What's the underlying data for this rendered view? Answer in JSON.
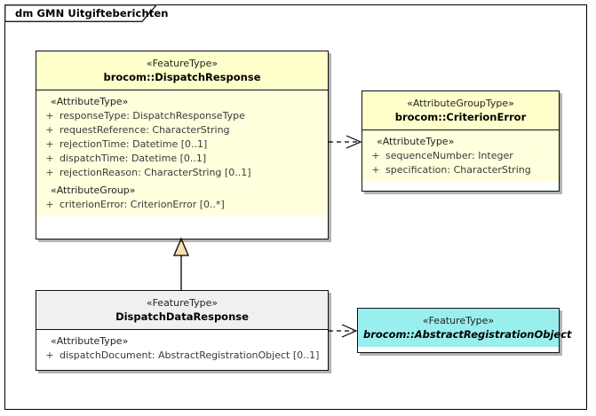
{
  "diagram": {
    "title": "dm GMN Uitgifteberichten",
    "frame_border_color": "#000000",
    "background": "#ffffff"
  },
  "classes": {
    "dispatch_response": {
      "stereotype": "«FeatureType»",
      "name": "brocom::DispatchResponse",
      "fill_header": "#ffffcc",
      "fill_body": "#ffffdd",
      "compartments": [
        {
          "group_label": "«AttributeType»",
          "attributes": [
            {
              "visibility": "+",
              "text": "responseType: DispatchResponseType"
            },
            {
              "visibility": "+",
              "text": "requestReference: CharacterString"
            },
            {
              "visibility": "+",
              "text": "rejectionTime: Datetime [0..1]"
            },
            {
              "visibility": "+",
              "text": "dispatchTime: Datetime [0..1]"
            },
            {
              "visibility": "+",
              "text": "rejectionReason: CharacterString [0..1]"
            }
          ]
        },
        {
          "group_label": "«AttributeGroup»",
          "attributes": [
            {
              "visibility": "+",
              "text": "criterionError: CriterionError [0..*]"
            }
          ]
        }
      ]
    },
    "criterion_error": {
      "stereotype": "«AttributeGroupType»",
      "name": "brocom::CriterionError",
      "fill_header": "#ffffcc",
      "fill_body": "#ffffdd",
      "compartments": [
        {
          "group_label": "«AttributeType»",
          "attributes": [
            {
              "visibility": "+",
              "text": "sequenceNumber: Integer"
            },
            {
              "visibility": "+",
              "text": "specification: CharacterString"
            }
          ]
        }
      ]
    },
    "dispatch_data_response": {
      "stereotype": "«FeatureType»",
      "name": "DispatchDataResponse",
      "fill_header": "#f0f0f0",
      "fill_body": "#ffffff",
      "compartments": [
        {
          "group_label": "«AttributeType»",
          "attributes": [
            {
              "visibility": "+",
              "text": "dispatchDocument: AbstractRegistrationObject [0..1]"
            }
          ]
        }
      ]
    },
    "abstract_registration_object": {
      "stereotype": "«FeatureType»",
      "name": "brocom::AbstractRegistrationObject",
      "fill_header": "#99eeee",
      "italic": true
    }
  },
  "connectors": [
    {
      "name": "dependency-dispatchresponse-to-criterionerror",
      "type": "dependency",
      "style": "dashed-open-arrow",
      "from": "brocom::DispatchResponse",
      "to": "brocom::CriterionError"
    },
    {
      "name": "generalization-dispatchdataresponse-to-dispatchresponse",
      "type": "generalization",
      "style": "solid-hollow-triangle",
      "from": "DispatchDataResponse",
      "to": "brocom::DispatchResponse",
      "arrow_fill": "#f8dfb0"
    },
    {
      "name": "dependency-dispatchdataresponse-to-abstractregistrationobject",
      "type": "dependency",
      "style": "dashed-open-arrow",
      "from": "DispatchDataResponse",
      "to": "brocom::AbstractRegistrationObject"
    }
  ]
}
